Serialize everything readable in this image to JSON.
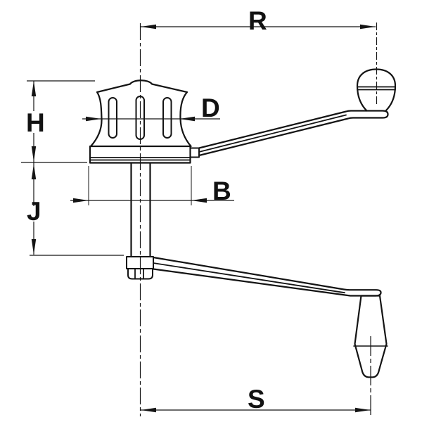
{
  "page": {
    "background": "#ffffff",
    "line_color": "#141414"
  },
  "drawing": {
    "type": "technical-dimension-drawing",
    "subject": "winch capstan with upper crank handle (ball knob) and lower crank handle (barrel grip)",
    "dimension_labels": {
      "R": "R",
      "D": "D",
      "H": "H",
      "B": "B",
      "J": "J",
      "S": "S"
    },
    "dimensions_meaning": {
      "R": "crank radius, drum axis to knob axis",
      "D": "drum waist diameter",
      "H": "drum height, top cap to base bottom",
      "B": "base flange width",
      "J": "shaft length below base",
      "S": "lower crank reach, shaft axis to grip axis"
    }
  }
}
